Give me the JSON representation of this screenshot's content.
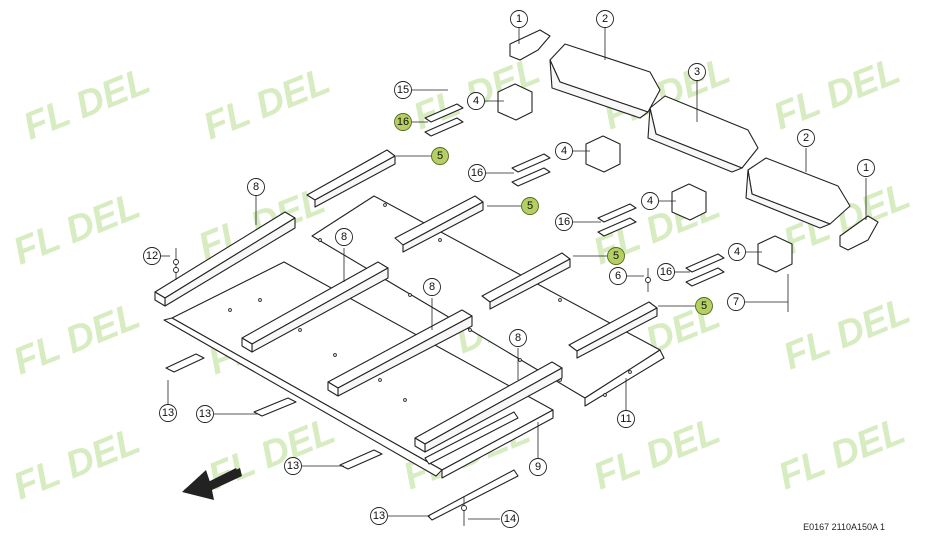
{
  "drawing_code": "E0167 2110A150A 1",
  "watermark_text": "FL DEL",
  "accent_color": "#b5cf63",
  "callouts": [
    {
      "label": "1"
    },
    {
      "label": "2"
    },
    {
      "label": "3"
    },
    {
      "label": "15"
    },
    {
      "label": "4"
    },
    {
      "label": "16"
    },
    {
      "label": "5"
    },
    {
      "label": "4"
    },
    {
      "label": "16"
    },
    {
      "label": "2"
    },
    {
      "label": "1"
    },
    {
      "label": "5"
    },
    {
      "label": "8"
    },
    {
      "label": "4"
    },
    {
      "label": "16"
    },
    {
      "label": "5"
    },
    {
      "label": "8"
    },
    {
      "label": "4"
    },
    {
      "label": "12"
    },
    {
      "label": "6"
    },
    {
      "label": "16"
    },
    {
      "label": "8"
    },
    {
      "label": "5"
    },
    {
      "label": "7"
    },
    {
      "label": "8"
    },
    {
      "label": "11"
    },
    {
      "label": "13"
    },
    {
      "label": "13"
    },
    {
      "label": "9"
    },
    {
      "label": "13"
    },
    {
      "label": "13"
    },
    {
      "label": "14"
    }
  ]
}
